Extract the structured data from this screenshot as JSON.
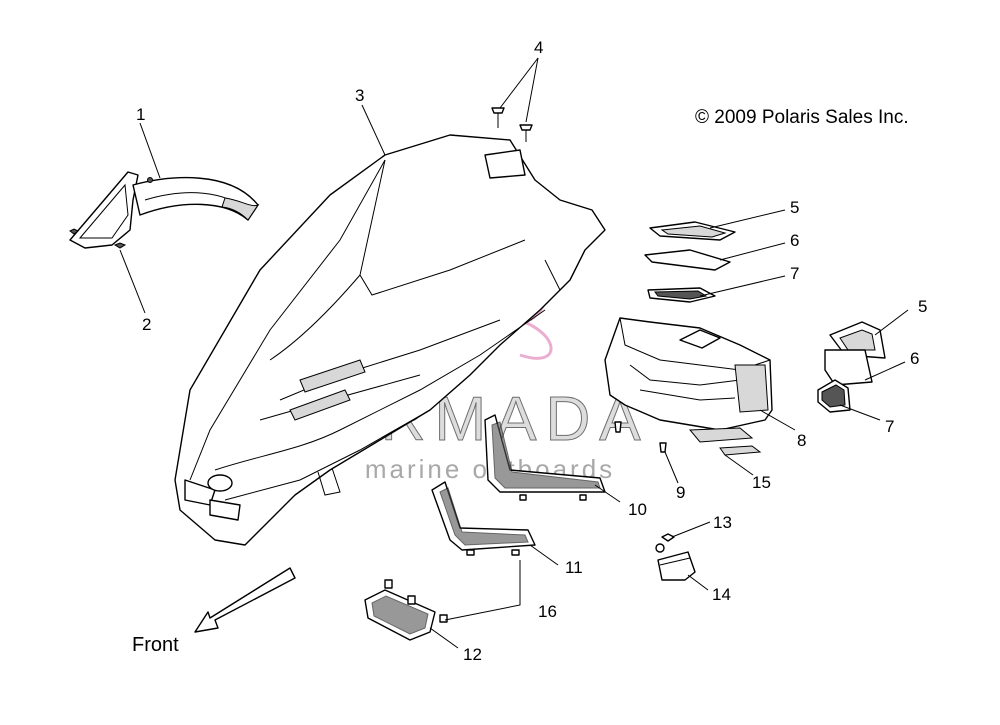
{
  "copyright": "© 2009 Polaris Sales Inc.",
  "direction_label": "Front",
  "watermark": {
    "brand": "ARMADA",
    "tagline": "marine outboards",
    "color": "#e8a0c8"
  },
  "callouts": [
    "1",
    "2",
    "3",
    "4",
    "5",
    "6",
    "7",
    "8",
    "9",
    "10",
    "11",
    "12",
    "13",
    "14",
    "15",
    "16",
    "5",
    "6",
    "7"
  ]
}
